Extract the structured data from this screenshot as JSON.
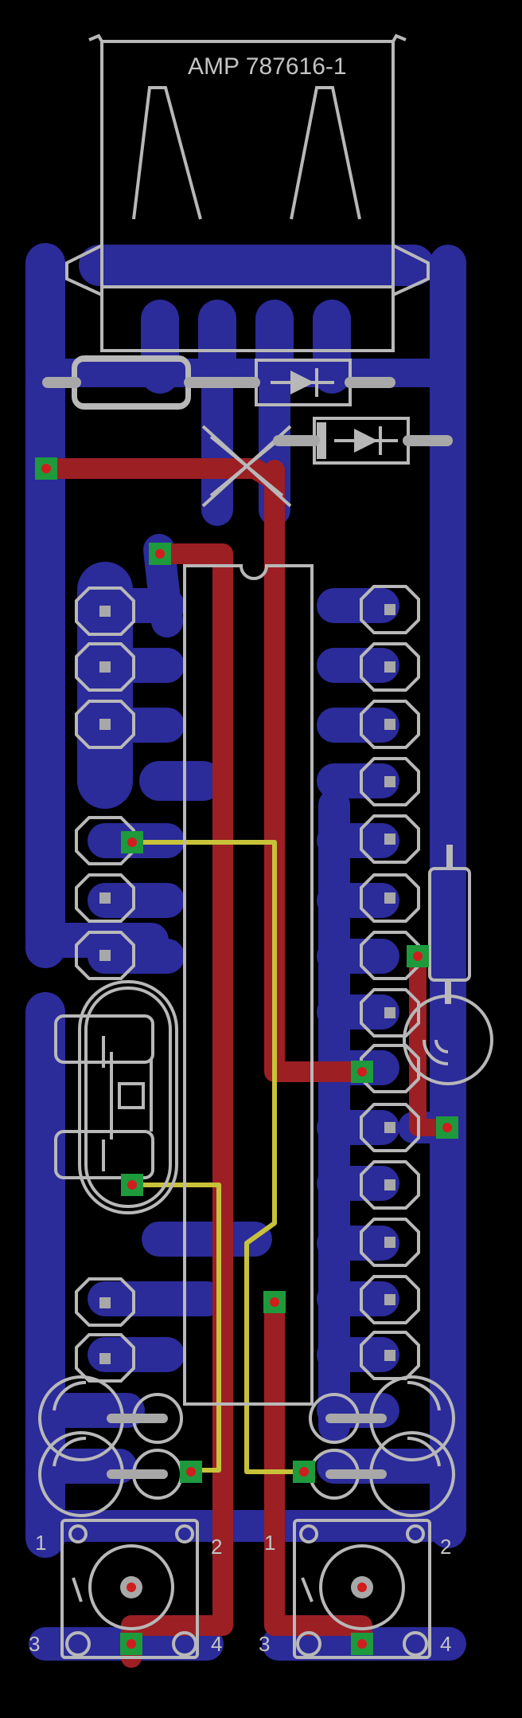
{
  "board": {
    "usb_label": "AMP 787616-1",
    "switch_pins": {
      "left": [
        "1",
        "2",
        "3",
        "4"
      ],
      "right": [
        "1",
        "2",
        "3",
        "4"
      ]
    }
  },
  "colors": {
    "background": "#000000",
    "bottom_copper": "#2b2b9a",
    "top_copper": "#9c1f24",
    "jumper_wire": "#c8c23a",
    "via_fill": "#1e9a3c",
    "via_hole": "#d01e1e",
    "silkscreen": "#c4c4c4",
    "pad_gray": "#a8a8a8"
  },
  "icons": {
    "diode": "diode-icon",
    "crystal": "crystal-icon",
    "led": "led-icon",
    "button": "pushbutton-icon"
  }
}
